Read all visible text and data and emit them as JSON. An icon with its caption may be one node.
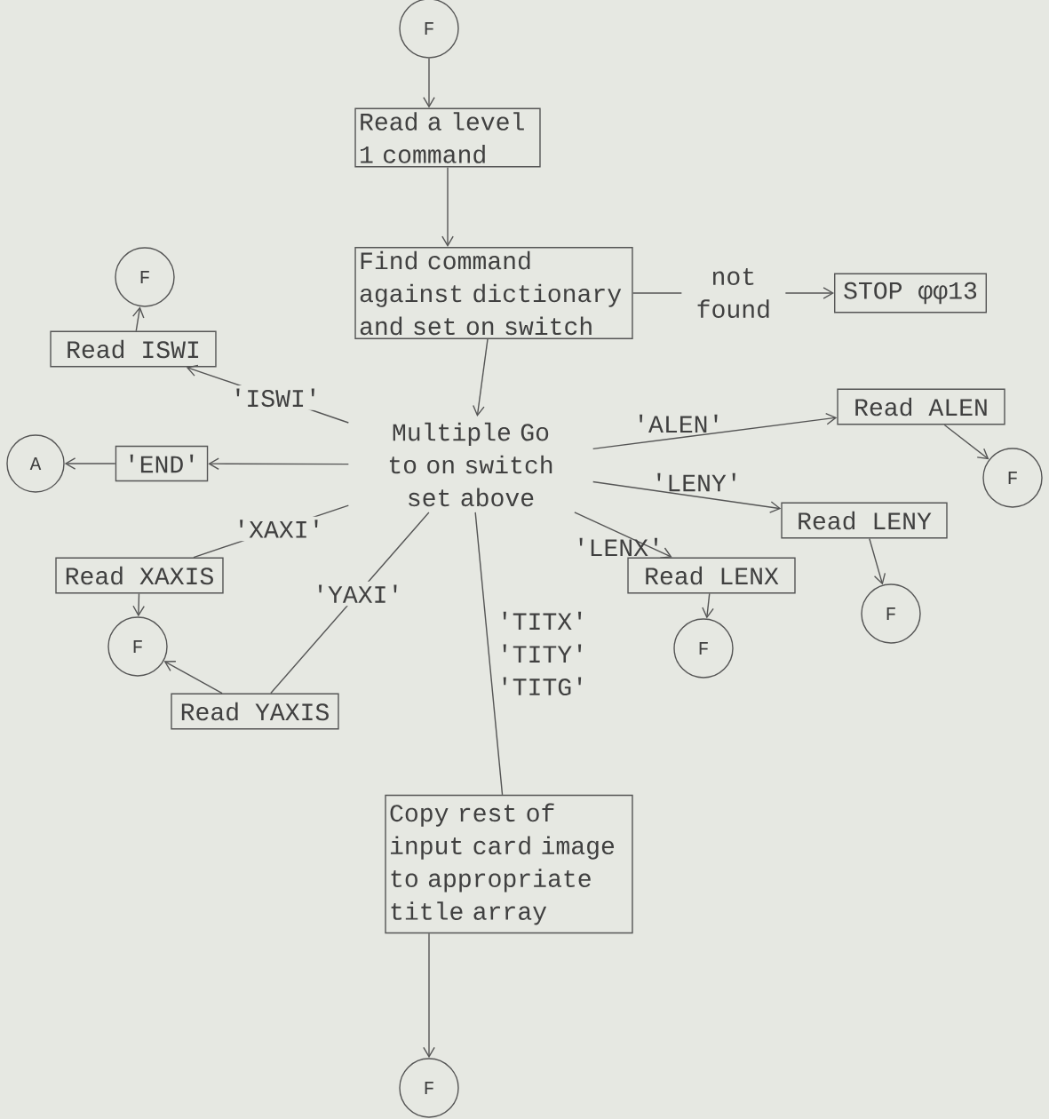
{
  "diagram": {
    "nodes": [
      {
        "text": [
          "F"
        ]
      },
      {
        "text": [
          "Read a level 1 command"
        ]
      },
      {
        "text": [
          "Find command against dictionary and set on switch"
        ]
      },
      {
        "text": [
          "STOP φφ13"
        ]
      },
      {
        "text": [
          "Multiple Go to on switch set above"
        ]
      },
      {
        "text": [
          "Read ISWI"
        ]
      },
      {
        "text": [
          "F"
        ]
      },
      {
        "text": [
          "'END'"
        ]
      },
      {
        "text": [
          "A"
        ]
      },
      {
        "text": [
          "Read ALEN"
        ]
      },
      {
        "text": [
          "F"
        ]
      },
      {
        "text": [
          "Read LENY"
        ]
      },
      {
        "text": [
          "F"
        ]
      },
      {
        "text": [
          "Read LENX"
        ]
      },
      {
        "text": [
          "F"
        ]
      },
      {
        "text": [
          "Read XAXIS"
        ]
      },
      {
        "text": [
          "F"
        ]
      },
      {
        "text": [
          "Read YAXIS"
        ]
      },
      {
        "text": [
          "Copy rest of input card image to appropriate title array"
        ]
      },
      {
        "text": [
          "F"
        ]
      }
    ],
    "edges": [
      {
        "from": 0,
        "to": 1,
        "arrow": "to"
      },
      {
        "from": 1,
        "to": 2,
        "arrow": "to"
      },
      {
        "from": 2,
        "to": 3,
        "arrow": "to",
        "label": "not found"
      },
      {
        "from": 2,
        "to": 4,
        "arrow": "to"
      },
      {
        "from": 4,
        "to": 5,
        "arrow": "to",
        "label": "'ISWI'"
      },
      {
        "from": 5,
        "to": 6,
        "arrow": "to"
      },
      {
        "from": 4,
        "to": 7,
        "arrow": "to"
      },
      {
        "from": 7,
        "to": 8,
        "arrow": "to"
      },
      {
        "from": 4,
        "to": 9,
        "arrow": "to",
        "label": "'ALEN'"
      },
      {
        "from": 9,
        "to": 10,
        "arrow": "to"
      },
      {
        "from": 4,
        "to": 11,
        "arrow": "to",
        "label": "'LENY'"
      },
      {
        "from": 11,
        "to": 12,
        "arrow": "to"
      },
      {
        "from": 4,
        "to": 13,
        "arrow": "to",
        "label": "'LENX'"
      },
      {
        "from": 13,
        "to": 14,
        "arrow": "to"
      },
      {
        "from": 4,
        "to": 15,
        "arrow": "none",
        "label": "'XAXI'"
      },
      {
        "from": 15,
        "to": 16,
        "arrow": "to"
      },
      {
        "from": 4,
        "to": 17,
        "arrow": "none",
        "label": "'YAXI'"
      },
      {
        "from": 17,
        "to": 16,
        "arrow": "to"
      },
      {
        "from": 4,
        "to": 18,
        "arrow": "none",
        "label": "'TITX' 'TITY' 'TITG'"
      },
      {
        "from": 18,
        "to": 19,
        "arrow": "to"
      }
    ]
  }
}
